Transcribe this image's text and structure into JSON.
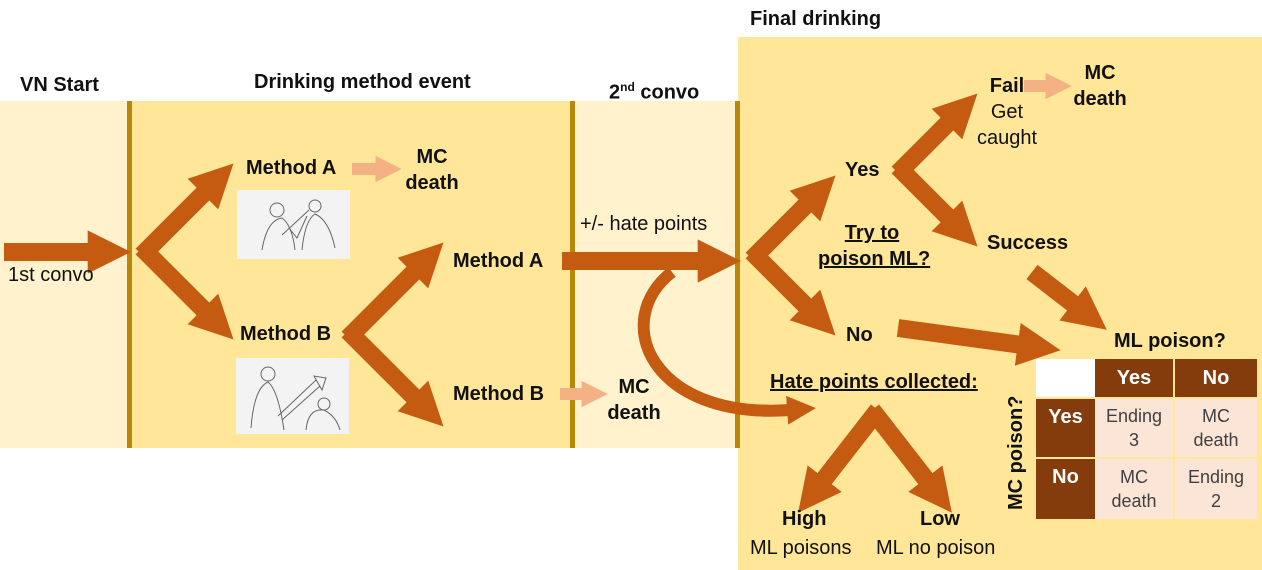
{
  "stages": {
    "vn_start": "VN Start",
    "drinking_method_event": "Drinking method event",
    "second_convo_base": "2",
    "second_convo_sup": "nd",
    "second_convo_rest": " convo",
    "final_drinking": "Final drinking"
  },
  "labels": {
    "first_convo": "1st convo",
    "method_a": "Method A",
    "method_b": "Method B",
    "method_a_2": "Method A",
    "method_b_2": "Method B",
    "mc_death_1_l1": "MC",
    "mc_death_1_l2": "death",
    "mc_death_2_l1": "MC",
    "mc_death_2_l2": "death",
    "mc_death_3_l1": "MC",
    "mc_death_3_l2": "death",
    "hate_points": "+/- hate points",
    "try_poison_l1": "Try to",
    "try_poison_l2": "poison ML?",
    "yes": "Yes",
    "no": "No",
    "fail": "Fail",
    "get_caught_l1": "Get",
    "get_caught_l2": "caught",
    "success": "Success",
    "hate_collected": "Hate points collected:",
    "high": "High",
    "low": "Low",
    "ml_poisons": "ML poisons",
    "ml_no_poison": "ML no poison"
  },
  "matrix": {
    "col_title": "ML poison?",
    "row_title": "MC poison?",
    "col_yes": "Yes",
    "col_no": "No",
    "row_yes": "Yes",
    "row_no": "No",
    "yy_l1": "Ending",
    "yy_l2": "3",
    "yn_l1": "MC",
    "yn_l2": "death",
    "ny_l1": "MC",
    "ny_l2": "death",
    "nn_l1": "Ending",
    "nn_l2": "2"
  },
  "colors": {
    "light_panel": "#fff2cc",
    "dark_panel": "#ffe699",
    "separator": "#b8870b",
    "arrow": "#c55a11",
    "light_arrow": "#f4b183",
    "table_header": "#843c0c",
    "table_cell": "#fbe5d6"
  }
}
